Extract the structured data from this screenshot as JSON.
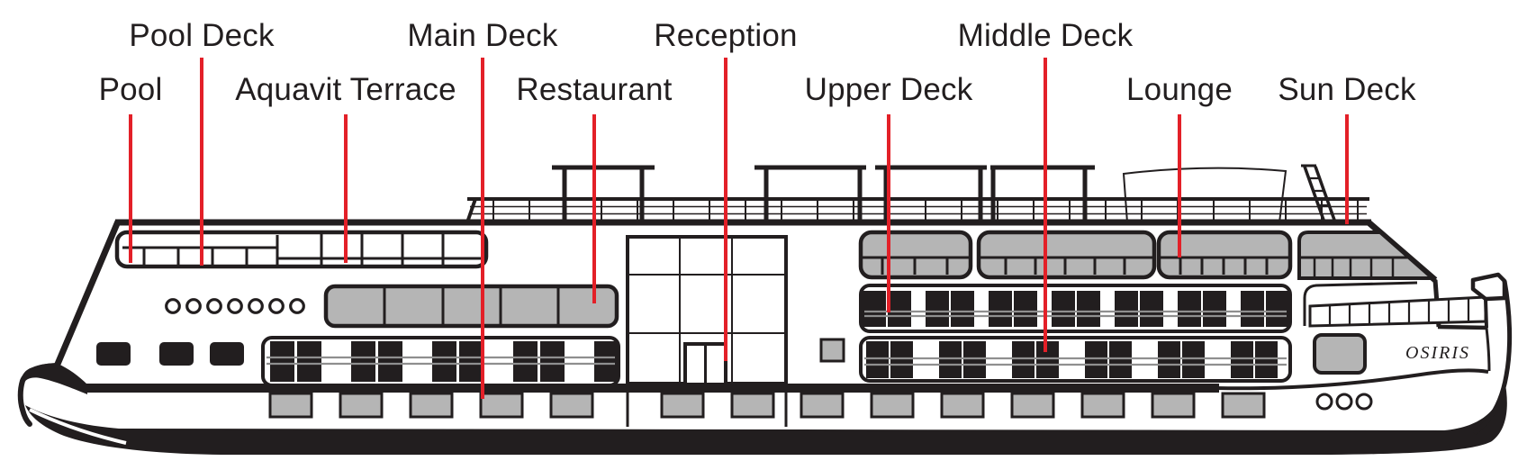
{
  "diagram": {
    "ship_name": "OSIRIS",
    "callouts_row1": [
      {
        "label": "Pool Deck"
      },
      {
        "label": "Main Deck"
      },
      {
        "label": "Reception"
      },
      {
        "label": "Middle Deck"
      }
    ],
    "callouts_row2": [
      {
        "label": "Pool"
      },
      {
        "label": "Aquavit Terrace"
      },
      {
        "label": "Restaurant"
      },
      {
        "label": "Upper Deck"
      },
      {
        "label": "Lounge"
      },
      {
        "label": "Sun Deck"
      }
    ],
    "colors": {
      "callout_line": "#e32028",
      "ink": "#221e1f",
      "window_gray": "#b5b5b5",
      "background": "#ffffff"
    }
  }
}
